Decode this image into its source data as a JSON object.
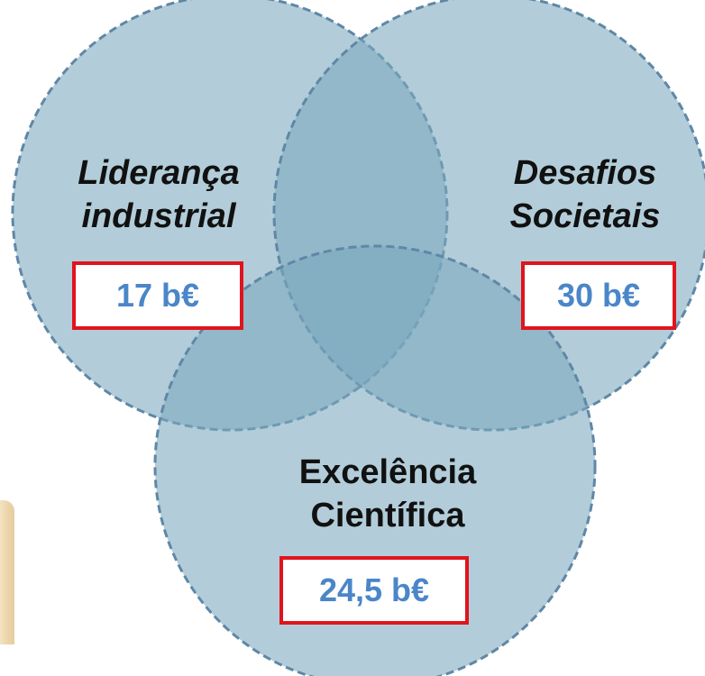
{
  "colors": {
    "circle_fill": "#7aa9bd",
    "circle_stroke": "#5f87a6",
    "box_border": "#e0141d",
    "value_text": "#4a86c8",
    "label_text": "#111111"
  },
  "circles": {
    "left": {
      "line1": "Liderança",
      "line2": "industrial",
      "value": "17 b€"
    },
    "right": {
      "line1": "Desafios",
      "line2": "Societais",
      "value": "30 b€"
    },
    "bottom": {
      "line1": "Excelência",
      "line2": "Científica",
      "value": "24,5 b€"
    }
  }
}
